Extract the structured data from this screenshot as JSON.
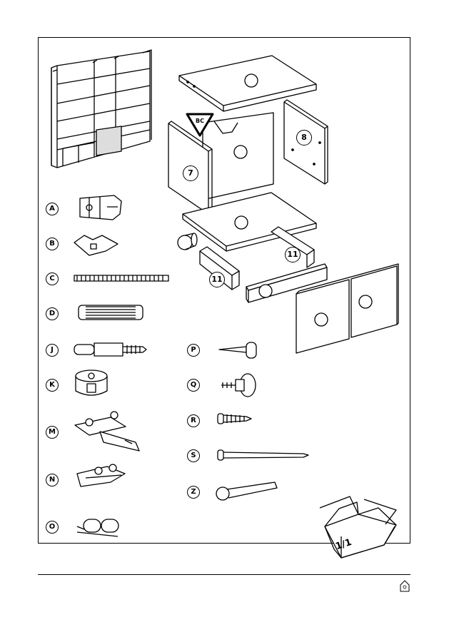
{
  "parts": [
    {
      "id": "A",
      "name": "cam-nut"
    },
    {
      "id": "B",
      "name": "wing-nut"
    },
    {
      "id": "C",
      "name": "threaded-rod"
    },
    {
      "id": "D",
      "name": "wooden-dowel"
    },
    {
      "id": "J",
      "name": "cam-bolt"
    },
    {
      "id": "K",
      "name": "cam-lock"
    },
    {
      "id": "M",
      "name": "hinge"
    },
    {
      "id": "N",
      "name": "hinge-plate"
    },
    {
      "id": "O",
      "name": "push-latch"
    },
    {
      "id": "P",
      "name": "shelf-pin"
    },
    {
      "id": "Q",
      "name": "knob-screw"
    },
    {
      "id": "R",
      "name": "short-screw"
    },
    {
      "id": "S",
      "name": "long-screw"
    },
    {
      "id": "Z",
      "name": "wrench"
    }
  ],
  "panels": {
    "side_left": "7",
    "side_right": "8",
    "rail_left": "11",
    "rail_right": "11"
  },
  "badge": "BC",
  "box_label": "1/1"
}
